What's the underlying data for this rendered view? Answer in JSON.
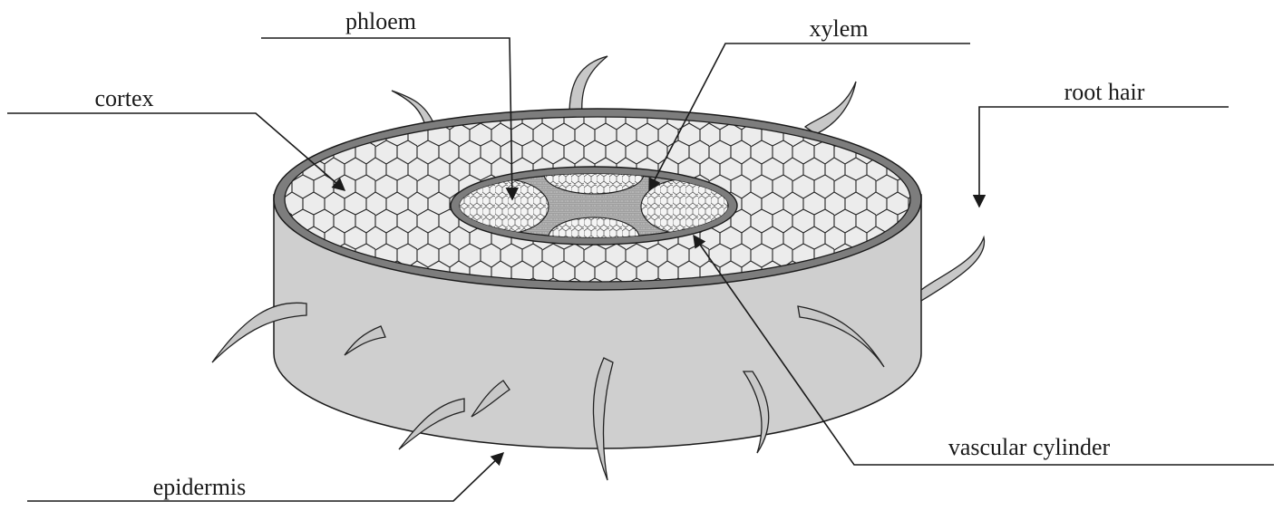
{
  "labels": {
    "phloem": "phloem",
    "xylem": "xylem",
    "cortex": "cortex",
    "root_hair": "root hair",
    "epidermis": "epidermis",
    "vascular_cylinder": "vascular cylinder"
  },
  "colors": {
    "epidermis_fill": "#cfcfcf",
    "rim": "#7d7d7d",
    "cortex_cells": "#ececec",
    "vascular_core": "#a9a9a9",
    "outline": "#1a1a1a"
  }
}
